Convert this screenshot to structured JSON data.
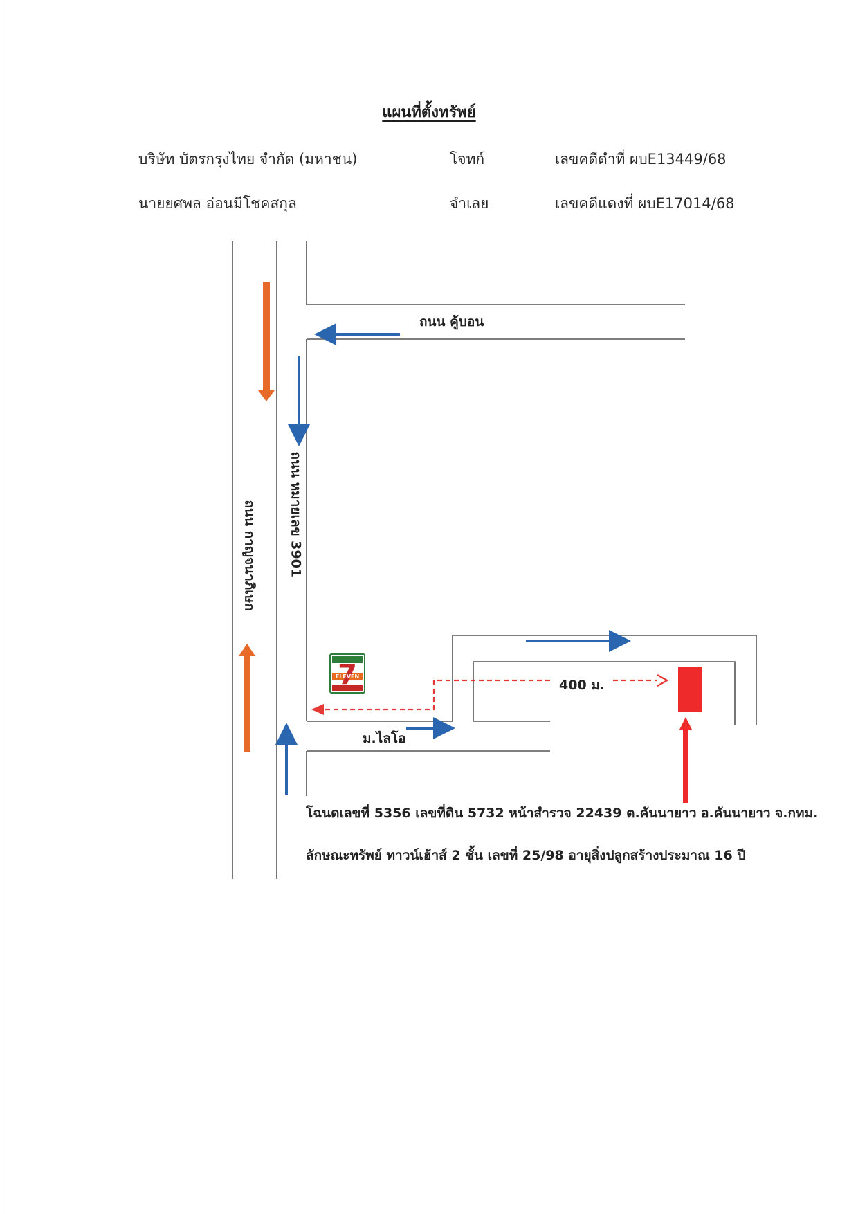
{
  "document": {
    "title": "แผนที่ตั้งทรัพย์",
    "plaintiff": {
      "name": "บริษัท บัตรกรุงไทย จำกัด (มหาชน)",
      "role": "โจทก์",
      "case_label": "เลขคดีดำที่ ผบE13449/68"
    },
    "defendant": {
      "name": "นายยศพล  อ่อนมีโชคสกุล",
      "role": "จำเลย",
      "case_label": "เลขคดีแดงที่ ผบE17014/68"
    }
  },
  "map": {
    "roads": {
      "main_road": "ถนน กาญจนาภิเษก",
      "side_road": "ถนน หมายเลข 3901",
      "top_road": "ถนน คู้บอน",
      "village": "ม.ไลโอ"
    },
    "distance_label": "400 ม.",
    "landmark_logo_text": "ELEVEN",
    "landmark_logo_digit": "7",
    "colors": {
      "road_line": "#555555",
      "traffic_arrow": "#2a66b0",
      "main_arrow": "#e86a28",
      "route": "#e53935",
      "property": "#ee2a2a"
    }
  },
  "details": {
    "deed_line": "โฉนดเลขที่ 5356  เลขที่ดิน 5732  หน้าสำรวจ 22439  ต.คันนายาว  อ.คันนายาว  จ.กทม.",
    "property_line": "ลักษณะทรัพย์ ทาวน์เฮ้าส์ 2 ชั้น  เลขที่ 25/98  อายุสิ่งปลูกสร้างประมาณ  16  ปี"
  }
}
